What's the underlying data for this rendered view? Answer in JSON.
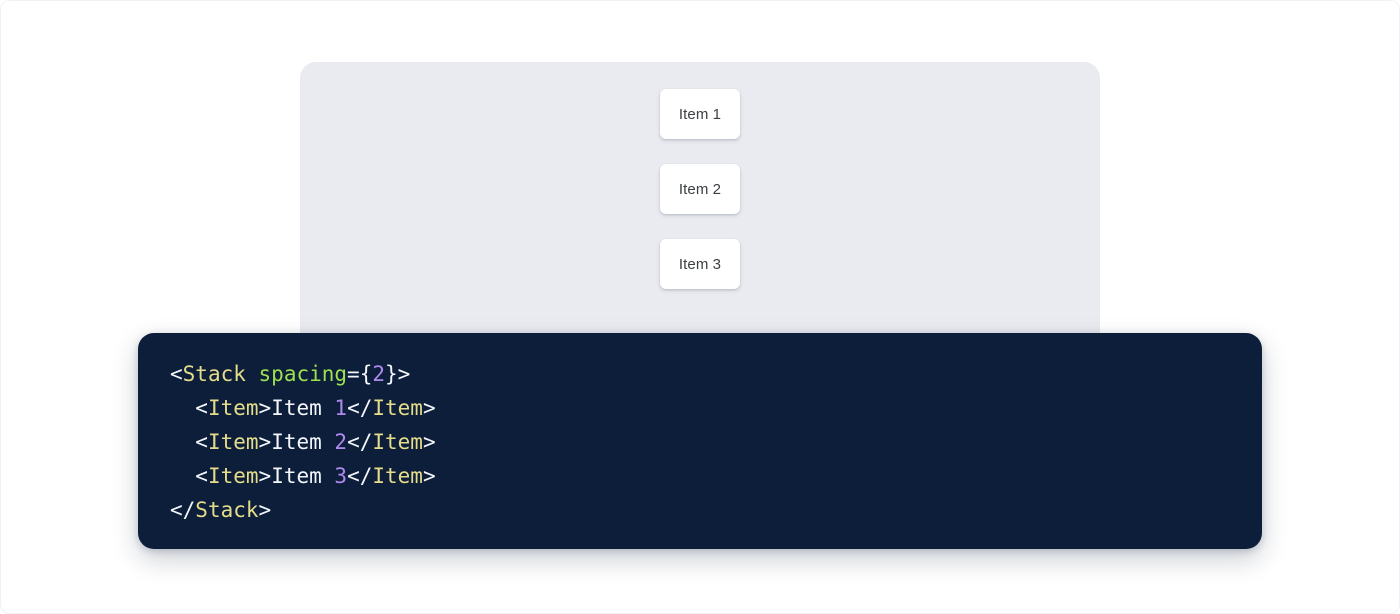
{
  "preview": {
    "panel_background": "#e9ebf0",
    "card_background": "#ffffff",
    "stack": {
      "component": "Stack",
      "spacing": 2,
      "direction": "vertical",
      "items": [
        {
          "label": "Item 1"
        },
        {
          "label": "Item 2"
        },
        {
          "label": "Item 3"
        }
      ]
    }
  },
  "code": {
    "language": "jsx",
    "background": "#0c1e3a",
    "theme": {
      "punctuation": "#f4f7fb",
      "tag": "#e6dd8a",
      "attribute": "#9ee04f",
      "number": "#ae8aee",
      "text": "#f4f7fb"
    },
    "lines": [
      {
        "tokens": [
          {
            "type": "punct",
            "text": "<"
          },
          {
            "type": "tag",
            "text": "Stack"
          },
          {
            "type": "plain",
            "text": " "
          },
          {
            "type": "attr",
            "text": "spacing"
          },
          {
            "type": "punct",
            "text": "={"
          },
          {
            "type": "num",
            "text": "2"
          },
          {
            "type": "punct",
            "text": "}>"
          }
        ]
      },
      {
        "tokens": [
          {
            "type": "plain",
            "text": "  "
          },
          {
            "type": "punct",
            "text": "<"
          },
          {
            "type": "tag",
            "text": "Item"
          },
          {
            "type": "punct",
            "text": ">"
          },
          {
            "type": "plain",
            "text": "Item "
          },
          {
            "type": "num",
            "text": "1"
          },
          {
            "type": "punct",
            "text": "</"
          },
          {
            "type": "tag",
            "text": "Item"
          },
          {
            "type": "punct",
            "text": ">"
          }
        ]
      },
      {
        "tokens": [
          {
            "type": "plain",
            "text": "  "
          },
          {
            "type": "punct",
            "text": "<"
          },
          {
            "type": "tag",
            "text": "Item"
          },
          {
            "type": "punct",
            "text": ">"
          },
          {
            "type": "plain",
            "text": "Item "
          },
          {
            "type": "num",
            "text": "2"
          },
          {
            "type": "punct",
            "text": "</"
          },
          {
            "type": "tag",
            "text": "Item"
          },
          {
            "type": "punct",
            "text": ">"
          }
        ]
      },
      {
        "tokens": [
          {
            "type": "plain",
            "text": "  "
          },
          {
            "type": "punct",
            "text": "<"
          },
          {
            "type": "tag",
            "text": "Item"
          },
          {
            "type": "punct",
            "text": ">"
          },
          {
            "type": "plain",
            "text": "Item "
          },
          {
            "type": "num",
            "text": "3"
          },
          {
            "type": "punct",
            "text": "</"
          },
          {
            "type": "tag",
            "text": "Item"
          },
          {
            "type": "punct",
            "text": ">"
          }
        ]
      },
      {
        "tokens": [
          {
            "type": "punct",
            "text": "</"
          },
          {
            "type": "tag",
            "text": "Stack"
          },
          {
            "type": "punct",
            "text": ">"
          }
        ]
      }
    ]
  }
}
